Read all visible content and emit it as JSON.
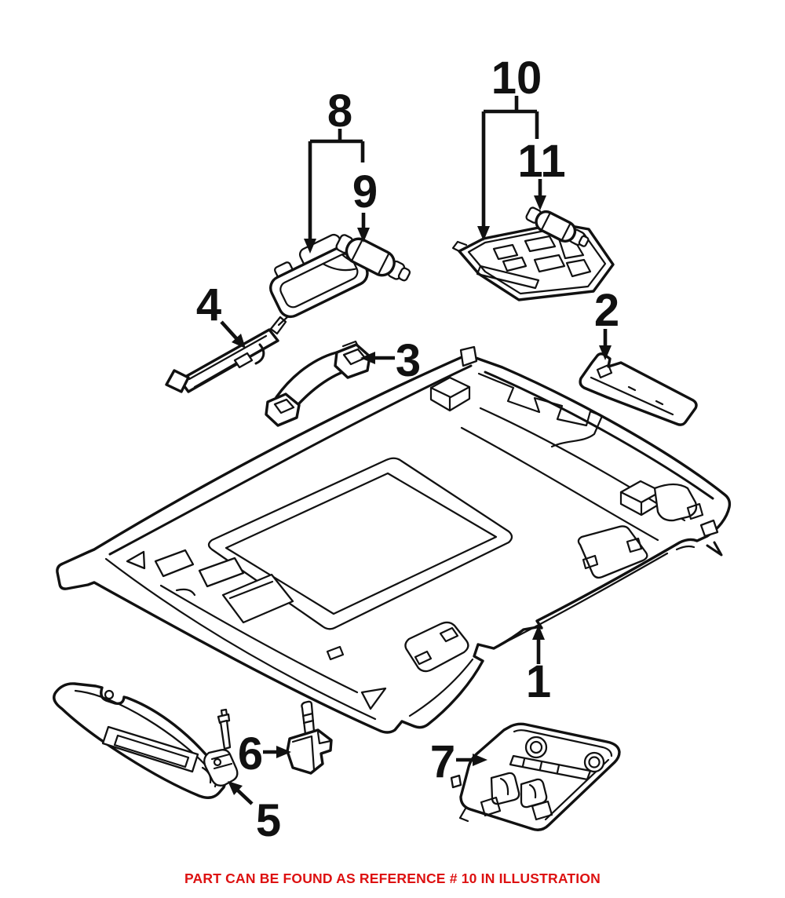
{
  "diagram": {
    "background": "#ffffff",
    "line_color": "#111111",
    "caption": {
      "text": "PART CAN BE FOUND AS REFERENCE # 10 IN ILLUSTRATION",
      "color": "#dd1111",
      "highlighted_reference": "10"
    },
    "callouts": [
      {
        "label": "1",
        "part": "headliner-panel"
      },
      {
        "label": "2",
        "part": "rear-trim-panel"
      },
      {
        "label": "3",
        "part": "grab-handle"
      },
      {
        "label": "4",
        "part": "mounting-bracket"
      },
      {
        "label": "5",
        "part": "sun-visor-clip"
      },
      {
        "label": "6",
        "part": "visor-mount"
      },
      {
        "label": "7",
        "part": "overhead-console"
      },
      {
        "label": "8",
        "part": "dome-lamp-lens"
      },
      {
        "label": "9",
        "part": "festoon-bulb"
      },
      {
        "label": "10",
        "part": "roof-light-unit"
      },
      {
        "label": "11",
        "part": "festoon-bulb"
      }
    ]
  }
}
